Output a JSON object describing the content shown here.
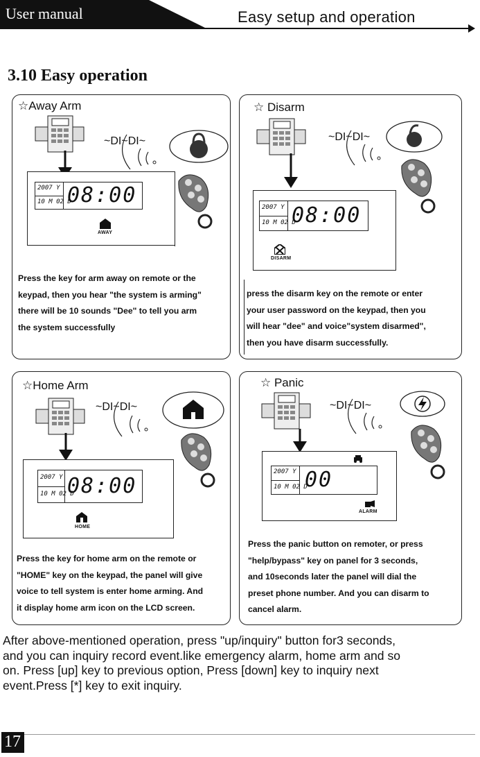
{
  "header": {
    "left_label": "User manual",
    "right_label": "Easy setup and operation"
  },
  "section_title": "3.10 Easy operation",
  "panels": [
    {
      "title": "☆Away  Arm",
      "sound": "~DI~DI~",
      "lcd": {
        "year": "2007 Y",
        "date": "10 M 02 D",
        "digits": "08:00",
        "icon_label": "AWAY"
      },
      "description": [
        "Press the key for arm away on remote or the",
        "keypad, then you hear \"the system is arming\"",
        "there will be 10 sounds \"Dee\" to tell  you arm",
        "the system  successfully"
      ]
    },
    {
      "title": "☆ Disarm",
      "sound": "~DI~DI~",
      "lcd": {
        "year": "2007 Y",
        "date": "10 M 02 D",
        "digits": "08:00",
        "icon_label": "DISARM"
      },
      "description": [
        "press the disarm key on  the remote or  enter",
        "your user password on the keypad, then you",
        "will hear \"dee\" and voice\"system disarmed\",",
        "then you have disarm successfully."
      ]
    },
    {
      "title": "☆Home  Arm",
      "sound": "~DI~DI~",
      "lcd": {
        "year": "2007 Y",
        "date": "10 M 02 D",
        "digits": "08:00",
        "icon_label": "HOME"
      },
      "description": [
        "Press the key for  home arm  on the remote or",
        "\"HOME\" key on the keypad, the panel will give",
        "voice to tell system is enter home arming. And",
        "it display home arm icon on the LCD screen."
      ]
    },
    {
      "title": "☆ Panic",
      "sound": "~DI~DI~",
      "lcd": {
        "year": "2007 Y",
        "date": "10 M 02 D",
        "digits": "00",
        "icon_label": "ALARM"
      },
      "description": [
        "Press the panic button  on remoter, or press",
        " \"help/bypass\" key on panel  for 3 seconds,",
        "and 10seconds later the panel will  dial the",
        "preset phone number. And you can disarm to",
        "cancel alarm."
      ]
    }
  ],
  "footer_paragraph": [
    "After above-mentioned operation, press \"up/inquiry\" button for3 seconds,",
    "and you can inquiry record event.like emergency alarm, home arm and so",
    "on. Press [up] key to previous option, Press [down] key to inquiry next",
    "event.Press [*] key to  exit inquiry."
  ],
  "page_number": "17"
}
